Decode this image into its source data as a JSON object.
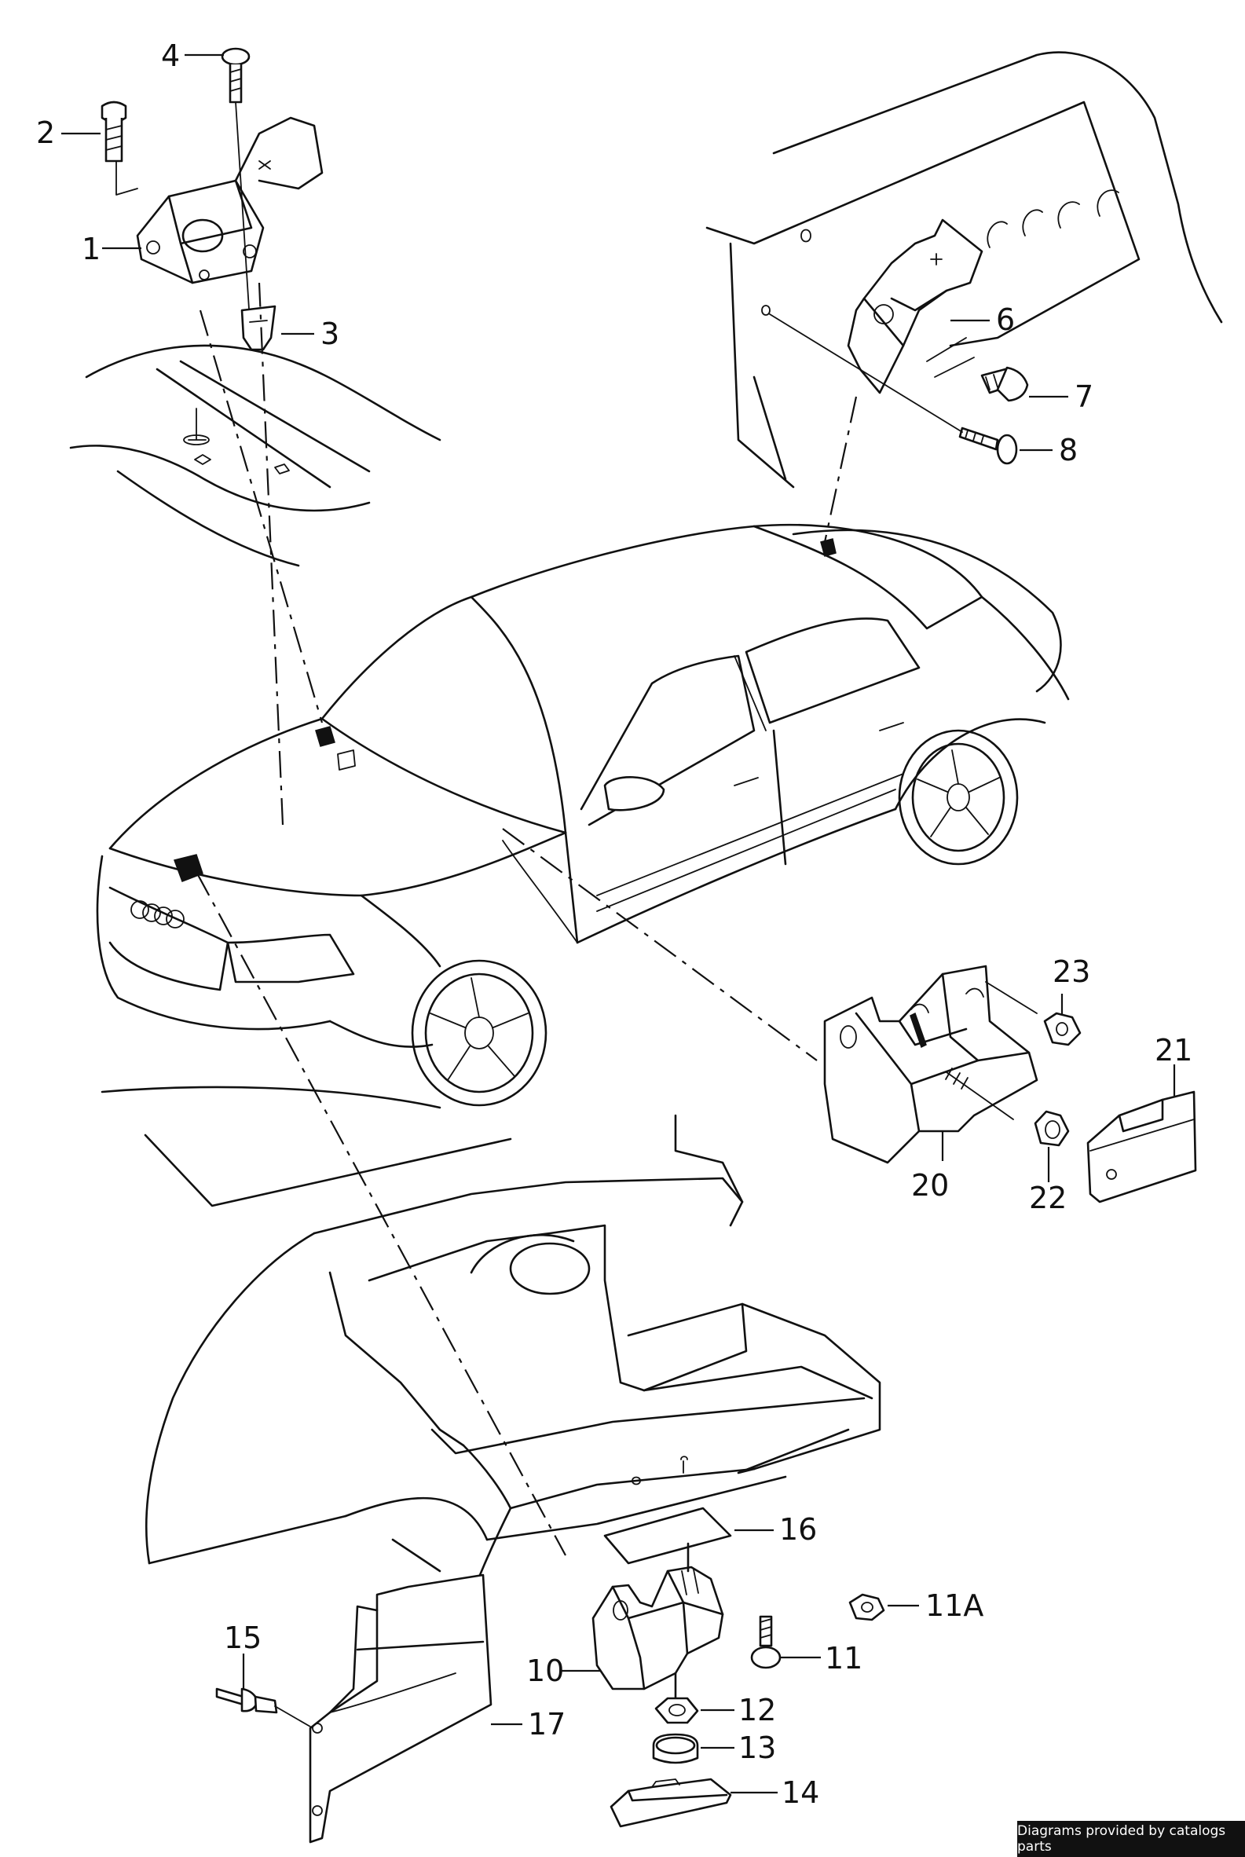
{
  "callouts": [
    "1",
    "2",
    "3",
    "4",
    "6",
    "7",
    "8",
    "10",
    "11",
    "11A",
    "12",
    "13",
    "14",
    "15",
    "16",
    "17",
    "20",
    "21",
    "22",
    "23"
  ],
  "footer": {
    "text": "Diagrams provided by catalogs parts"
  }
}
